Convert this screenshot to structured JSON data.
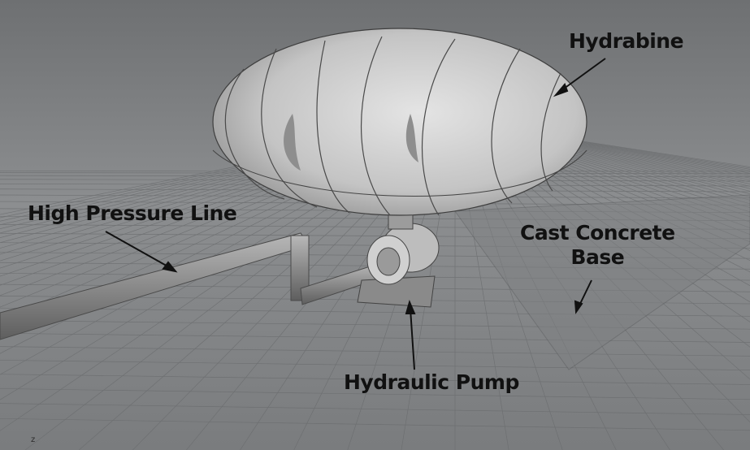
{
  "labels": {
    "hydrabine": "Hydrabine",
    "high_pressure_line": "High Pressure Line",
    "cast_concrete_base_line1": "Cast Concrete",
    "cast_concrete_base_line2": "Base",
    "hydraulic_pump": "Hydraulic Pump"
  },
  "axis_indicator": "z",
  "colors": {
    "background_top": "#6f7173",
    "background_bottom": "#8e9092",
    "label_text": "#111111",
    "grid": "#707274"
  }
}
